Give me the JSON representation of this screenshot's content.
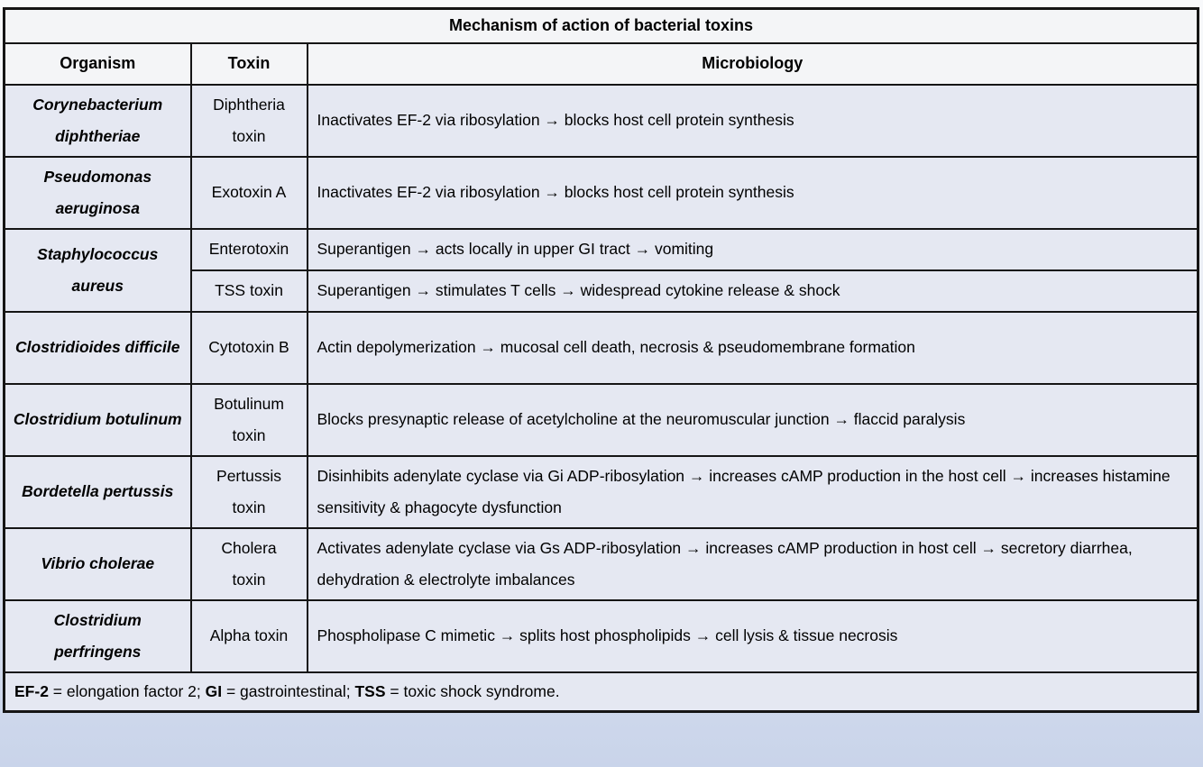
{
  "table": {
    "title": "Mechanism of action of bacterial toxins",
    "columns": [
      "Organism",
      "Toxin",
      "Microbiology"
    ],
    "groups": [
      {
        "organism": "Corynebacterium diphtheriae",
        "entries": [
          {
            "toxin": "Diphtheria toxin",
            "microbiology": "Inactivates EF-2 via ribosylation → blocks host cell protein synthesis"
          }
        ]
      },
      {
        "organism": "Pseudomonas aeruginosa",
        "entries": [
          {
            "toxin": "Exotoxin A",
            "microbiology": "Inactivates EF-2 via ribosylation → blocks host cell protein synthesis"
          }
        ]
      },
      {
        "organism": "Staphylococcus aureus",
        "entries": [
          {
            "toxin": "Enterotoxin",
            "microbiology": "Superantigen → acts locally in upper GI tract → vomiting"
          },
          {
            "toxin": "TSS toxin",
            "microbiology": "Superantigen → stimulates T cells → widespread cytokine release & shock"
          }
        ]
      },
      {
        "organism": "Clostridioides difficile",
        "entries": [
          {
            "toxin": "Cytotoxin B",
            "microbiology": "Actin depolymerization → mucosal cell death, necrosis & pseudomembrane formation"
          }
        ]
      },
      {
        "organism": "Clostridium botulinum",
        "entries": [
          {
            "toxin": "Botulinum toxin",
            "microbiology": "Blocks presynaptic release of acetylcholine at the neuromuscular junction → flaccid paralysis"
          }
        ]
      },
      {
        "organism": "Bordetella pertussis",
        "entries": [
          {
            "toxin": "Pertussis toxin",
            "microbiology": "Disinhibits adenylate cyclase via Gi ADP-ribosylation → increases cAMP production in the host cell → increases histamine sensitivity & phagocyte dysfunction"
          }
        ]
      },
      {
        "organism": "Vibrio cholerae",
        "entries": [
          {
            "toxin": "Cholera toxin",
            "microbiology": "Activates adenylate cyclase via Gs ADP-ribosylation → increases cAMP production in host cell → secretory diarrhea, dehydration & electrolyte imbalances"
          }
        ]
      },
      {
        "organism": "Clostridium perfringens",
        "entries": [
          {
            "toxin": "Alpha toxin",
            "microbiology": "Phospholipase C mimetic → splits host phospholipids → cell lysis & tissue necrosis"
          }
        ]
      }
    ],
    "footnote_segments": [
      {
        "text": "EF-2",
        "bold": true
      },
      {
        "text": " = elongation factor 2; ",
        "bold": false
      },
      {
        "text": "GI",
        "bold": true
      },
      {
        "text": " = gastrointestinal; ",
        "bold": false
      },
      {
        "text": "TSS",
        "bold": true
      },
      {
        "text": " = toxic shock syndrome.",
        "bold": false
      }
    ],
    "colors": {
      "header_bg": "#f4f5f7",
      "cell_bg": "#e5e8f2",
      "border": "#151515",
      "page_bottom_bg": "#c9d4ea",
      "text": "#000000"
    }
  }
}
